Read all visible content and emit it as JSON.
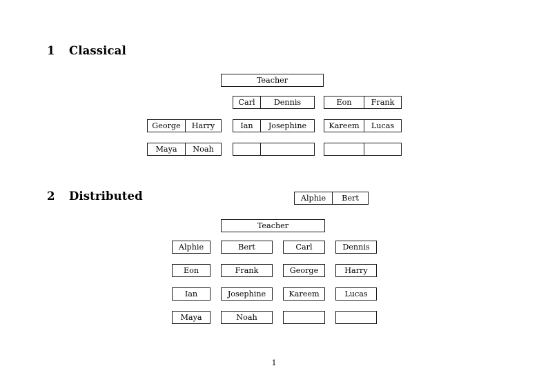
{
  "document": {
    "page_number": "1"
  },
  "sections": [
    {
      "number": "1",
      "title": "Classical",
      "teacher_label": "Teacher",
      "groups": [
        {
          "name": "group-a",
          "rows": [
            [
              "Alphie",
              "Bert"
            ],
            [
              "George",
              "Harry"
            ],
            [
              "Maya",
              "Noah"
            ]
          ]
        },
        {
          "name": "group-b",
          "rows": [
            [
              "Carl",
              "Dennis"
            ],
            [
              "Ian",
              "Josephine"
            ],
            [
              "",
              ""
            ]
          ]
        },
        {
          "name": "group-c",
          "rows": [
            [
              "Eon",
              "Frank"
            ],
            [
              "Kareem",
              "Lucas"
            ],
            [
              "",
              ""
            ]
          ]
        }
      ]
    },
    {
      "number": "2",
      "title": "Distributed",
      "teacher_label": "Teacher",
      "columns": [
        {
          "name": "column-1",
          "cells": [
            "Alphie",
            "Eon",
            "Ian",
            "Maya"
          ]
        },
        {
          "name": "column-2",
          "cells": [
            "Bert",
            "Frank",
            "Josephine",
            "Noah"
          ]
        },
        {
          "name": "column-3",
          "cells": [
            "Carl",
            "George",
            "Kareem",
            ""
          ]
        },
        {
          "name": "column-4",
          "cells": [
            "Dennis",
            "Harry",
            "Lucas",
            ""
          ]
        }
      ]
    }
  ]
}
